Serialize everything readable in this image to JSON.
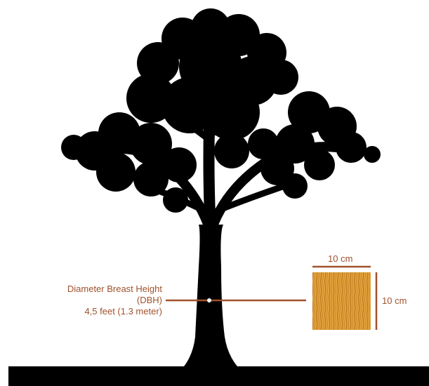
{
  "dbh": {
    "line1": "Diameter Breast Height",
    "line2": "(DBH)",
    "line3": "4,5 feet (1.3 meter)"
  },
  "sample": {
    "width_label": "10 cm",
    "height_label": "10 cm"
  },
  "colors": {
    "silhouette": "#000000",
    "annotation": "#a0522d",
    "wood_light": "#e3a23c",
    "wood_dark": "#b8741e"
  }
}
